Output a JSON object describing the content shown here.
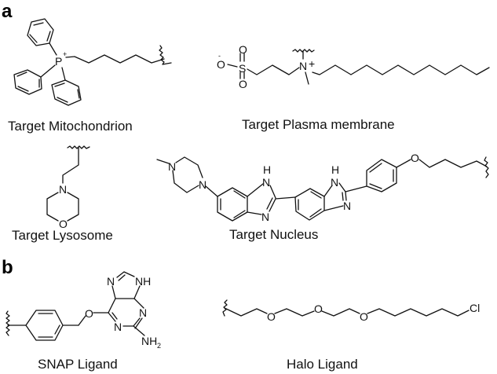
{
  "panels": {
    "a": "a",
    "b": "b"
  },
  "captions": {
    "mitochondrion": "Target Mitochondrion",
    "plasma_membrane": "Target Plasma membrane",
    "lysosome": "Target Lysosome",
    "nucleus": "Target Nucleus",
    "snap": "SNAP Ligand",
    "halo": "Halo Ligand"
  },
  "atoms": {
    "P": "P",
    "plus": "+",
    "minus": "-",
    "O": "O",
    "S": "S",
    "N": "N",
    "H": "H",
    "NH": "NH",
    "NH2": "NH",
    "sub2": "2",
    "Cl": "Cl"
  },
  "colors": {
    "ink": "#111111",
    "background": "#ffffff"
  }
}
